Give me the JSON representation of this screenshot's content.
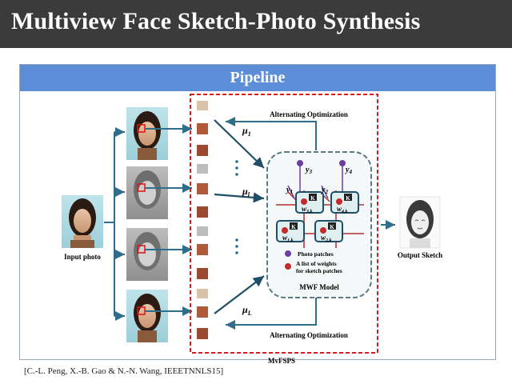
{
  "slide": {
    "title": "Multiview Face Sketch-Photo Synthesis",
    "panel_title": "Pipeline",
    "citation": "[C.-L. Peng, X.-B. Gao & N.-N. Wang, IEEETNNLS15]"
  },
  "diagram": {
    "input_label": "Input photo",
    "output_label": "Output Sketch",
    "alt_opt_top": "Alternating Optimization",
    "alt_opt_bottom": "Alternating Optimization",
    "mu_1": "μ",
    "mu_1_sub": "1",
    "mu_l": "μ",
    "mu_l_sub": "l",
    "mu_L": "μ",
    "mu_L_sub": "L",
    "y3": "y",
    "y3_sub": "3",
    "y4": "y",
    "y4_sub": "4",
    "y1": "y",
    "y1_sub": "1",
    "y2": "y",
    "y2_sub": "2",
    "k_label": "K",
    "w3k": "w",
    "w3k_sub": "3,k",
    "w4k": "w",
    "w4k_sub": "4,k",
    "w1k": "w",
    "w1k_sub": "1,k",
    "w2k": "w",
    "w2k_sub": "2,k",
    "legend_photo": "Photo patches",
    "legend_weights_1": "A list of weights",
    "legend_weights_2": "for sketch patches",
    "model_label": "MWF Model",
    "framework_label": "MvFSPS"
  },
  "colors": {
    "title_bg": "#3b3b3b",
    "header_bg": "#5b8ed6",
    "arrow": "#2e6e8a",
    "dashed_red": "#cc2222",
    "node_purple": "#6a3fa0",
    "node_red": "#c62b2b"
  }
}
